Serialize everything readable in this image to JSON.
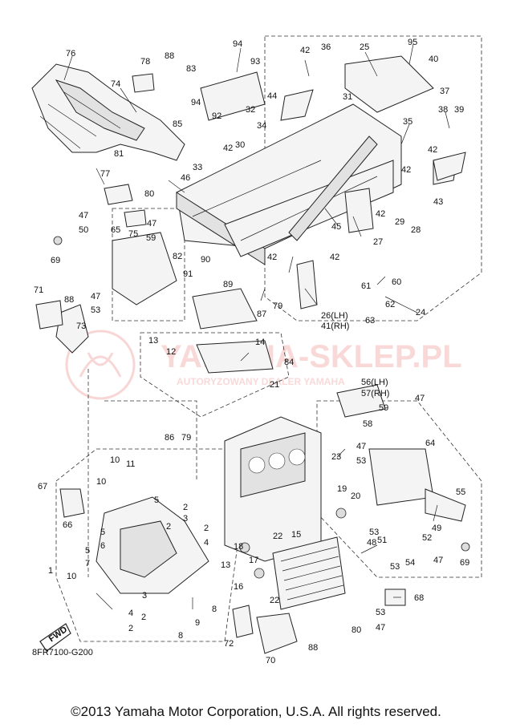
{
  "diagram_code": "8FR7100-G200",
  "copyright": "©2013 Yamaha Motor Corporation, U.S.A. All rights reserved.",
  "watermark": {
    "title": "YAMAHA-SKLEP.PL",
    "subtitle": "AUTORYZOWANY DEALER YAMAHA"
  },
  "fwd_arrow": "FWD",
  "callouts": {
    "c1": "1",
    "c2a": "2",
    "c2b": "2",
    "c2c": "2",
    "c2d": "2",
    "c3a": "3",
    "c3b": "3",
    "c4a": "4",
    "c4b": "4",
    "c5a": "5",
    "c5b": "5",
    "c5c": "5",
    "c6": "6",
    "c7": "7",
    "c8a": "8",
    "c8b": "8",
    "c9": "9",
    "c10a": "10",
    "c10b": "10",
    "c10c": "10",
    "c11": "11",
    "c12": "12",
    "c13a": "13",
    "c13b": "13",
    "c14": "14",
    "c15": "15",
    "c16": "16",
    "c17": "17",
    "c18": "18",
    "c19": "19",
    "c20": "20",
    "c21": "21",
    "c22a": "22",
    "c22b": "22",
    "c23": "23",
    "c24": "24",
    "c25": "25",
    "c26": "26(LH)",
    "c41": "41(RH)",
    "c27": "27",
    "c28": "28",
    "c29": "29",
    "c30": "30",
    "c31": "31",
    "c32": "32",
    "c33": "33",
    "c34": "34",
    "c35": "35",
    "c36": "36",
    "c37": "37",
    "c38": "38",
    "c39": "39",
    "c40": "40",
    "c42a": "42",
    "c42b": "42",
    "c42c": "42",
    "c42d": "42",
    "c42e": "42",
    "c42f": "42",
    "c42g": "42",
    "c43": "43",
    "c44": "44",
    "c45": "45",
    "c46": "46",
    "c47a": "47",
    "c47b": "47",
    "c47c": "47",
    "c47d": "47",
    "c47e": "47",
    "c47f": "47",
    "c48": "48",
    "c49": "49",
    "c50": "50",
    "c51": "51",
    "c52": "52",
    "c53a": "53",
    "c53b": "53",
    "c53c": "53",
    "c53d": "53",
    "c53e": "53",
    "c54": "54",
    "c55": "55",
    "c56": "56(LH)",
    "c57": "57(RH)",
    "c58": "58",
    "c59a": "59",
    "c59b": "59",
    "c60": "60",
    "c61": "61",
    "c62": "62",
    "c63": "63",
    "c64": "64",
    "c65": "65",
    "c66": "66",
    "c67": "67",
    "c68": "68",
    "c69a": "69",
    "c69b": "69",
    "c70": "70",
    "c71": "71",
    "c72": "72",
    "c73": "73",
    "c74": "74",
    "c75": "75",
    "c76": "76",
    "c77": "77",
    "c78": "78",
    "c79a": "79",
    "c79b": "79",
    "c80a": "80",
    "c80b": "80",
    "c81": "81",
    "c82": "82",
    "c83": "83",
    "c84": "84",
    "c85": "85",
    "c86": "86",
    "c87": "87",
    "c88a": "88",
    "c88b": "88",
    "c88c": "88",
    "c89": "89",
    "c90": "90",
    "c91": "91",
    "c92": "92",
    "c93": "93",
    "c94a": "94",
    "c94b": "94",
    "c95": "95"
  }
}
